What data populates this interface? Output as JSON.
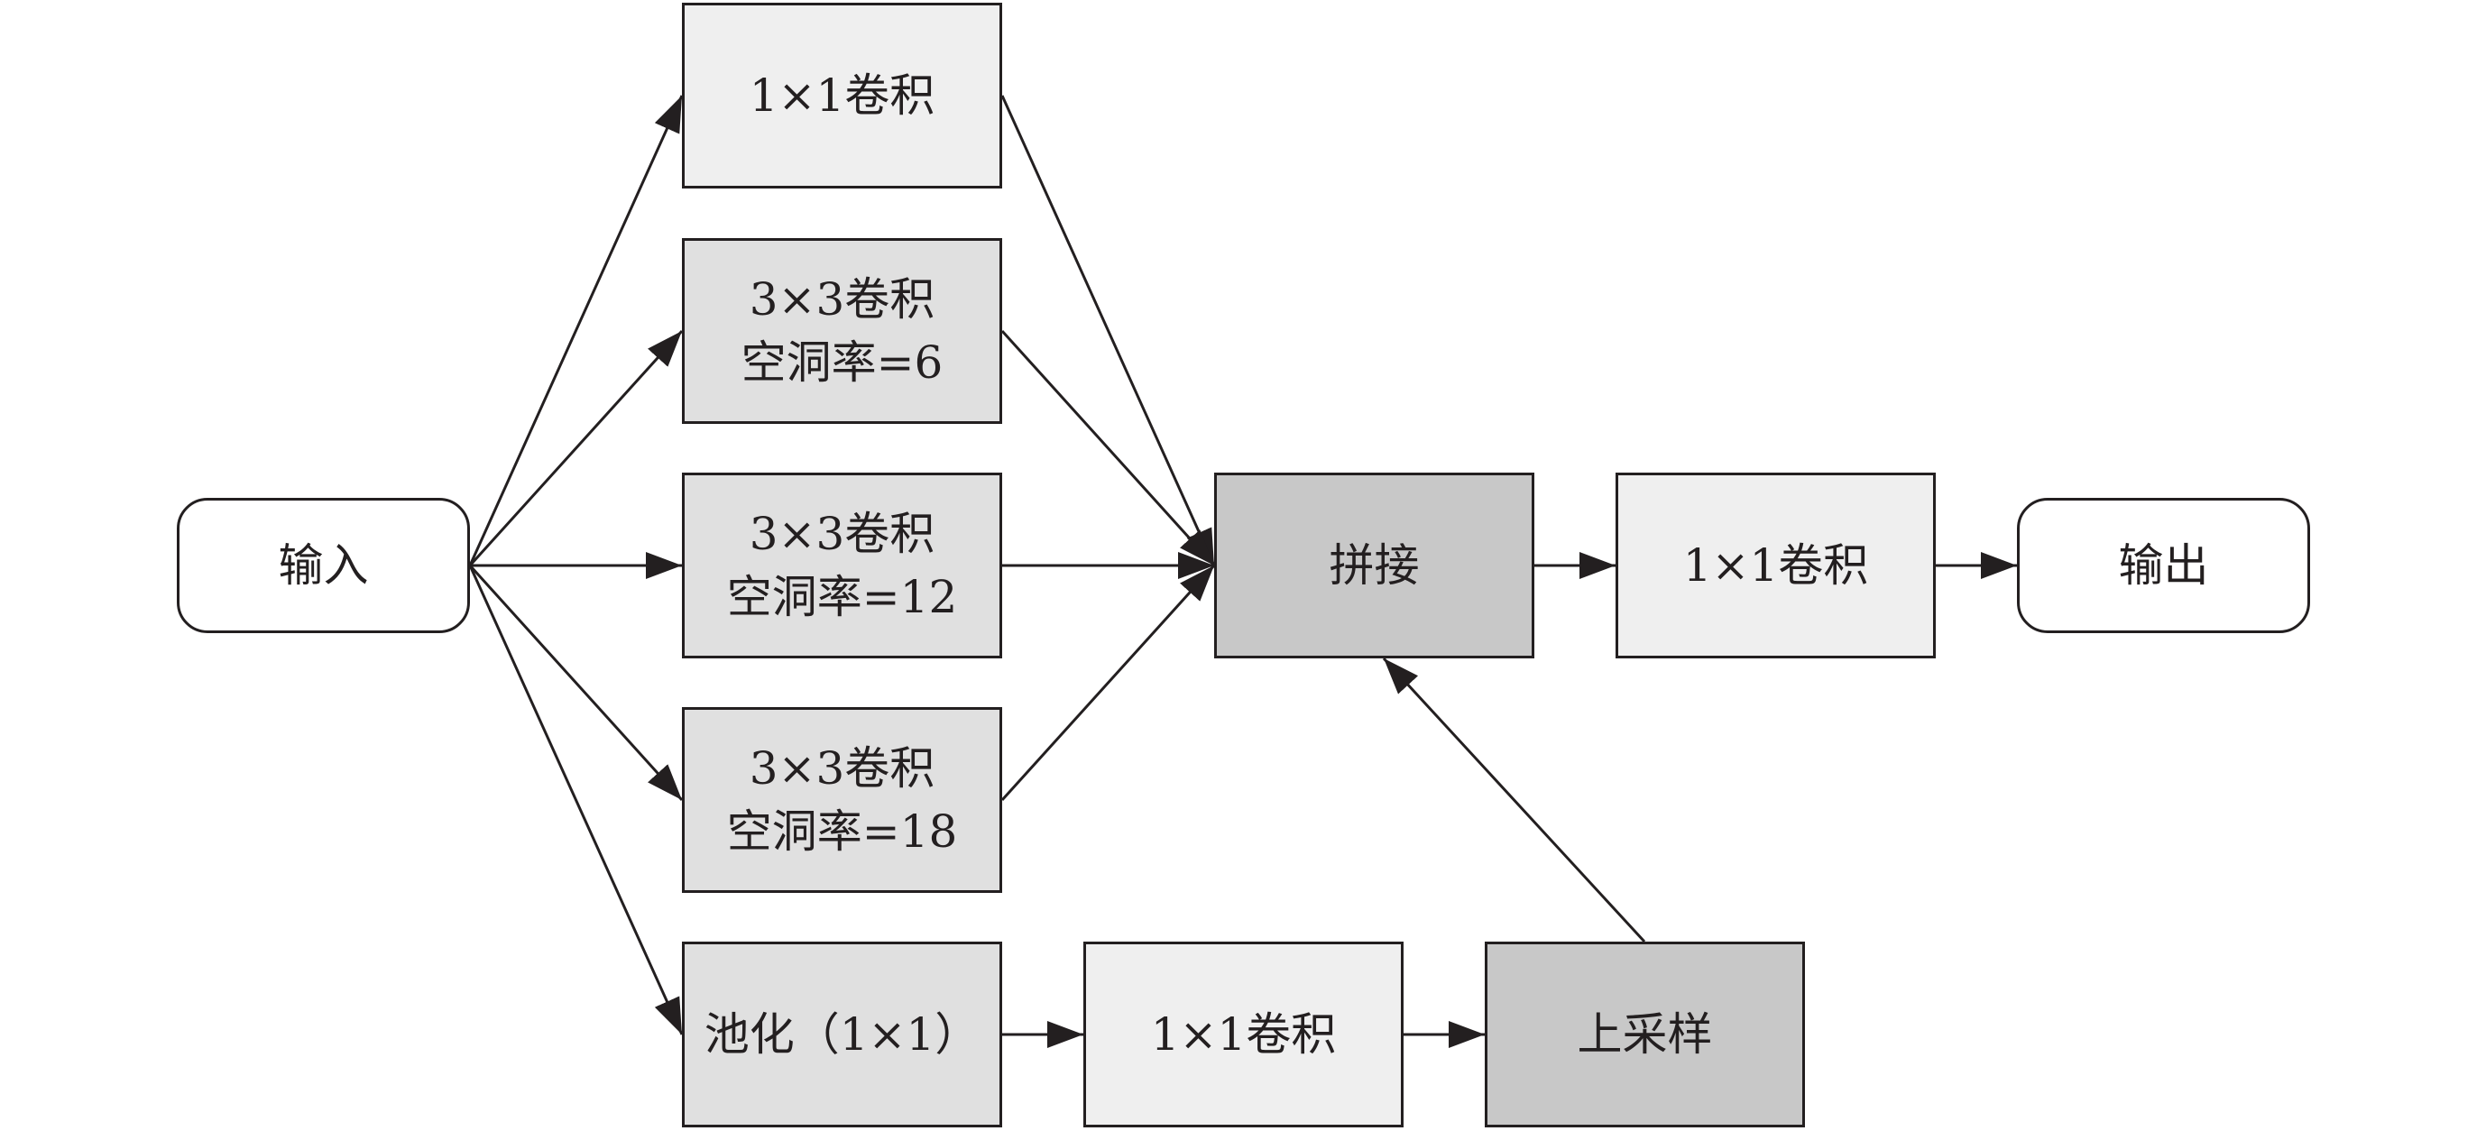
{
  "nodes": {
    "input": {
      "lines": [
        "输入"
      ]
    },
    "conv1x1": {
      "lines": [
        "1×1卷积"
      ]
    },
    "atrous6": {
      "lines": [
        "3×3卷积",
        "空洞率=6"
      ]
    },
    "atrous12": {
      "lines": [
        "3×3卷积",
        "空洞率=12"
      ]
    },
    "atrous18": {
      "lines": [
        "3×3卷积",
        "空洞率=18"
      ]
    },
    "pool": {
      "lines": [
        "池化（1×1）"
      ]
    },
    "pool_conv": {
      "lines": [
        "1×1卷积"
      ]
    },
    "upsample": {
      "lines": [
        "上采样"
      ]
    },
    "concat": {
      "lines": [
        "拼接"
      ]
    },
    "final_conv": {
      "lines": [
        "1×1卷积"
      ]
    },
    "output": {
      "lines": [
        "输出"
      ]
    }
  },
  "edges": [
    {
      "from": "input",
      "to": "conv1x1"
    },
    {
      "from": "input",
      "to": "atrous6"
    },
    {
      "from": "input",
      "to": "atrous12"
    },
    {
      "from": "input",
      "to": "atrous18"
    },
    {
      "from": "input",
      "to": "pool"
    },
    {
      "from": "conv1x1",
      "to": "concat"
    },
    {
      "from": "atrous6",
      "to": "concat"
    },
    {
      "from": "atrous12",
      "to": "concat"
    },
    {
      "from": "atrous18",
      "to": "concat"
    },
    {
      "from": "pool",
      "to": "pool_conv"
    },
    {
      "from": "pool_conv",
      "to": "upsample"
    },
    {
      "from": "upsample",
      "to": "concat"
    },
    {
      "from": "concat",
      "to": "final_conv"
    },
    {
      "from": "final_conv",
      "to": "output"
    }
  ],
  "colors": {
    "stroke": "#231f20",
    "fill_light": "#efefef",
    "fill_mid": "#e0e0e0",
    "fill_dark": "#c8c8c8"
  }
}
